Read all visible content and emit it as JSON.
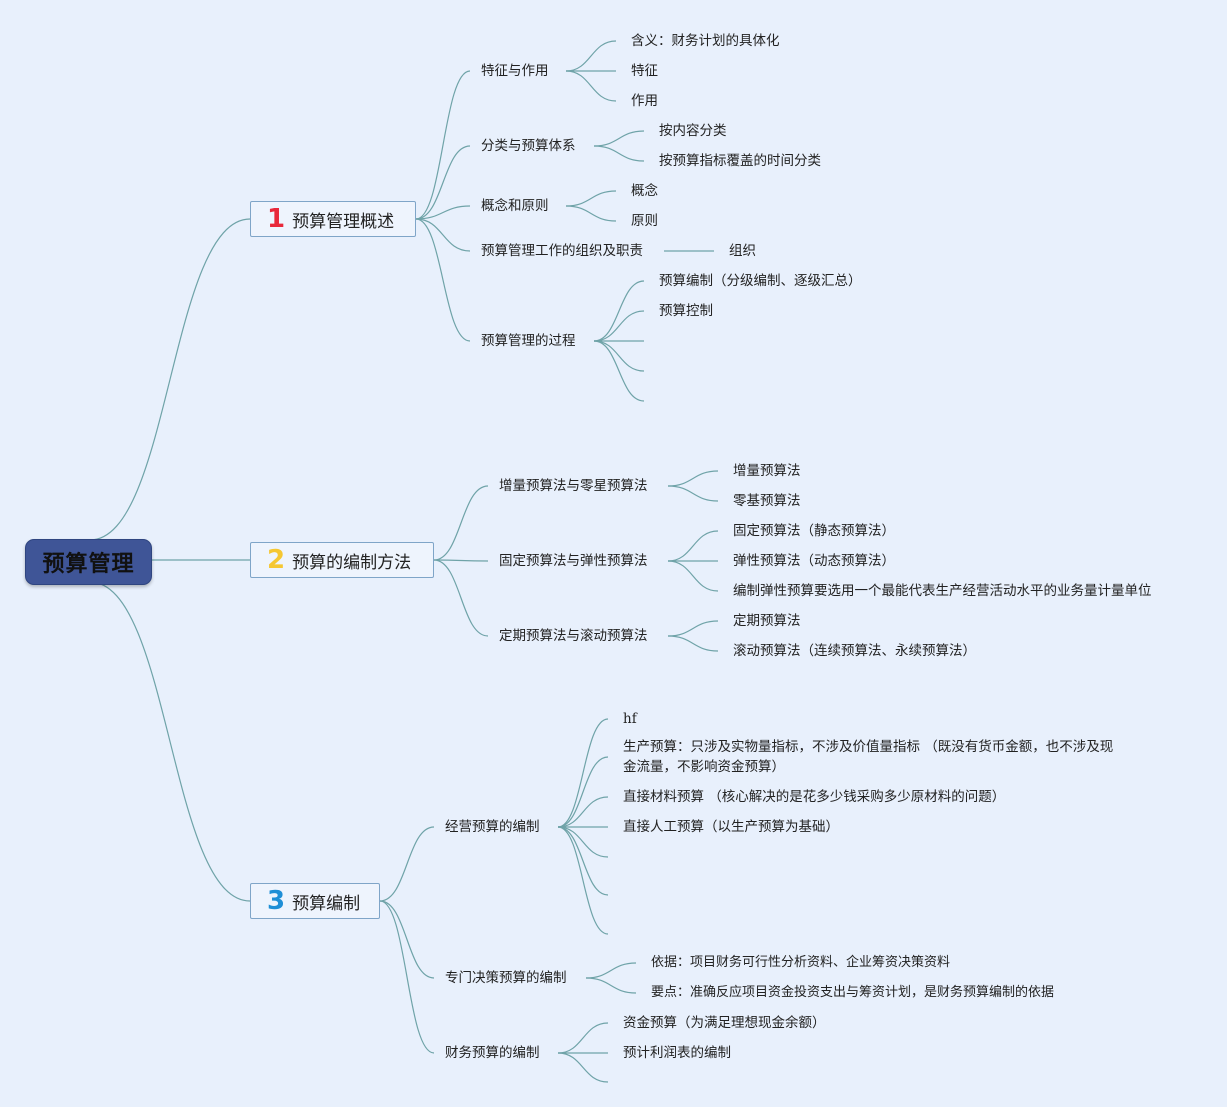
{
  "root": {
    "title": "预算管理"
  },
  "branches": [
    {
      "number": "1",
      "number_color": "#e8283a",
      "title": "预算管理概述",
      "children": [
        {
          "label": "特征与作用",
          "children": [
            "含义：财务计划的具体化",
            "特征",
            "作用"
          ]
        },
        {
          "label": "分类与预算体系",
          "children": [
            "按内容分类",
            "按预算指标覆盖的时间分类"
          ]
        },
        {
          "label": "概念和原则",
          "children": [
            "概念",
            "原则"
          ]
        },
        {
          "label": "预算管理工作的组织及职责",
          "children": [
            "组织"
          ]
        },
        {
          "label": "预算管理的过程",
          "children": [
            "预算编制（分级编制、逐级汇总）",
            "预算控制",
            "",
            "",
            ""
          ]
        }
      ]
    },
    {
      "number": "2",
      "number_color": "#f5c732",
      "title": "预算的编制方法",
      "children": [
        {
          "label": "增量预算法与零星预算法",
          "children": [
            "增量预算法",
            "零基预算法"
          ]
        },
        {
          "label": "固定预算法与弹性预算法",
          "children": [
            "固定预算法（静态预算法）",
            "弹性预算法（动态预算法）",
            "编制弹性预算要选用一个最能代表生产经营活动水平的业务量计量单位"
          ]
        },
        {
          "label": "定期预算法与滚动预算法",
          "children": [
            "定期预算法",
            "滚动预算法（连续预算法、永续预算法）"
          ]
        }
      ]
    },
    {
      "number": "3",
      "number_color": "#1f8fd6",
      "title": "预算编制",
      "children": [
        {
          "label": "经营预算的编制",
          "children": [
            "hf",
            "生产预算：只涉及实物量指标，不涉及价值量指标 （既没有货币金额，也不涉及现金流量，不影响资金预算）",
            "直接材料预算 （核心解决的是花多少钱采购多少原材料的问题）",
            "直接人工预算（以生产预算为基础）",
            "",
            "",
            ""
          ]
        },
        {
          "label": "专门决策预算的编制",
          "children": [
            "依据：项目财务可行性分析资料、企业筹资决策资料",
            "要点：准确反应项目资金投资支出与筹资计划，是财务预算编制的依据"
          ]
        },
        {
          "label": "财务预算的编制",
          "children": [
            "资金预算（为满足理想现金余额）",
            "预计利润表的编制",
            ""
          ]
        }
      ]
    }
  ],
  "colors": {
    "line": "#6fa3a8",
    "background": "#e8f0fc",
    "root_fill": "#3f5597"
  }
}
